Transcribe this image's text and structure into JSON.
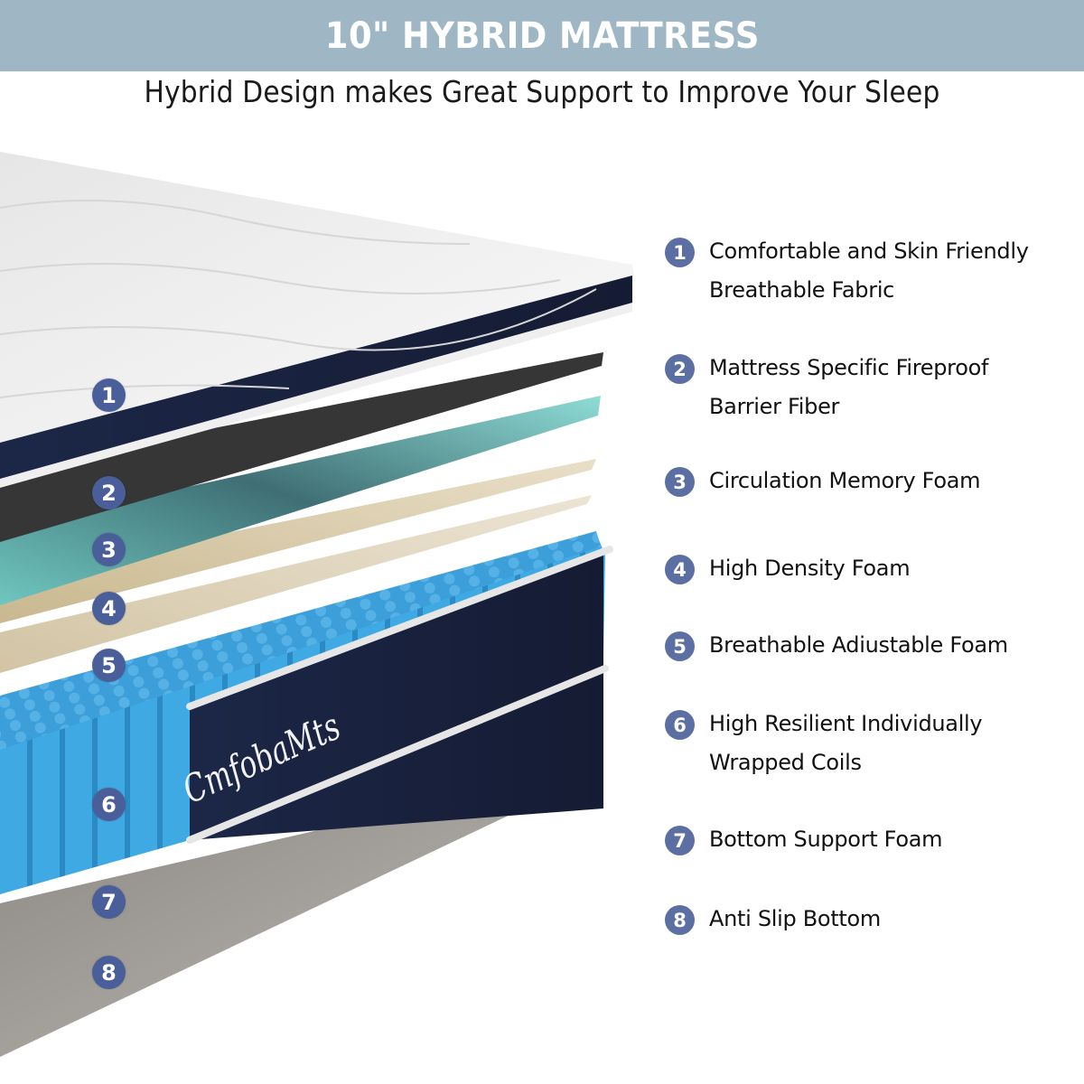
{
  "header": {
    "title": "10\" HYBRID MATTRESS",
    "subtitle": "Hybrid Design makes Great Support to Improve Your Sleep",
    "banner_color": "#9fb7c4"
  },
  "illustration": {
    "brand_text": "CmfobaMts",
    "markers": [
      "1",
      "2",
      "3",
      "4",
      "5",
      "6",
      "7",
      "8"
    ],
    "colors": {
      "fabric": "#eeeeee",
      "navy_border": "#1b2340",
      "fireproof": "#3a3a3a",
      "memory_foam": "#8ed6cf",
      "high_density": "#d8c9a8",
      "adjustable": "#e3d8c3",
      "coils": "#3aa5e0",
      "bottom_support": "#c9cfd3",
      "anti_slip": "#9a9792",
      "badge": "#5b6fa3"
    }
  },
  "legend": {
    "items": [
      {
        "num": "1",
        "line1": "Comfortable and Skin Friendly",
        "line2": "Breathable Fabric"
      },
      {
        "num": "2",
        "line1": "Mattress Specific Fireproof",
        "line2": "Barrier Fiber"
      },
      {
        "num": "3",
        "line1": "Circulation Memory Foam",
        "line2": ""
      },
      {
        "num": "4",
        "line1": "High Density Foam",
        "line2": ""
      },
      {
        "num": "5",
        "line1": "Breathable Adiustable Foam",
        "line2": ""
      },
      {
        "num": "6",
        "line1": "High Resilient Individually",
        "line2": "Wrapped Coils"
      },
      {
        "num": "7",
        "line1": "Bottom Support Foam",
        "line2": ""
      },
      {
        "num": "8",
        "line1": "Anti Slip Bottom",
        "line2": ""
      }
    ]
  }
}
